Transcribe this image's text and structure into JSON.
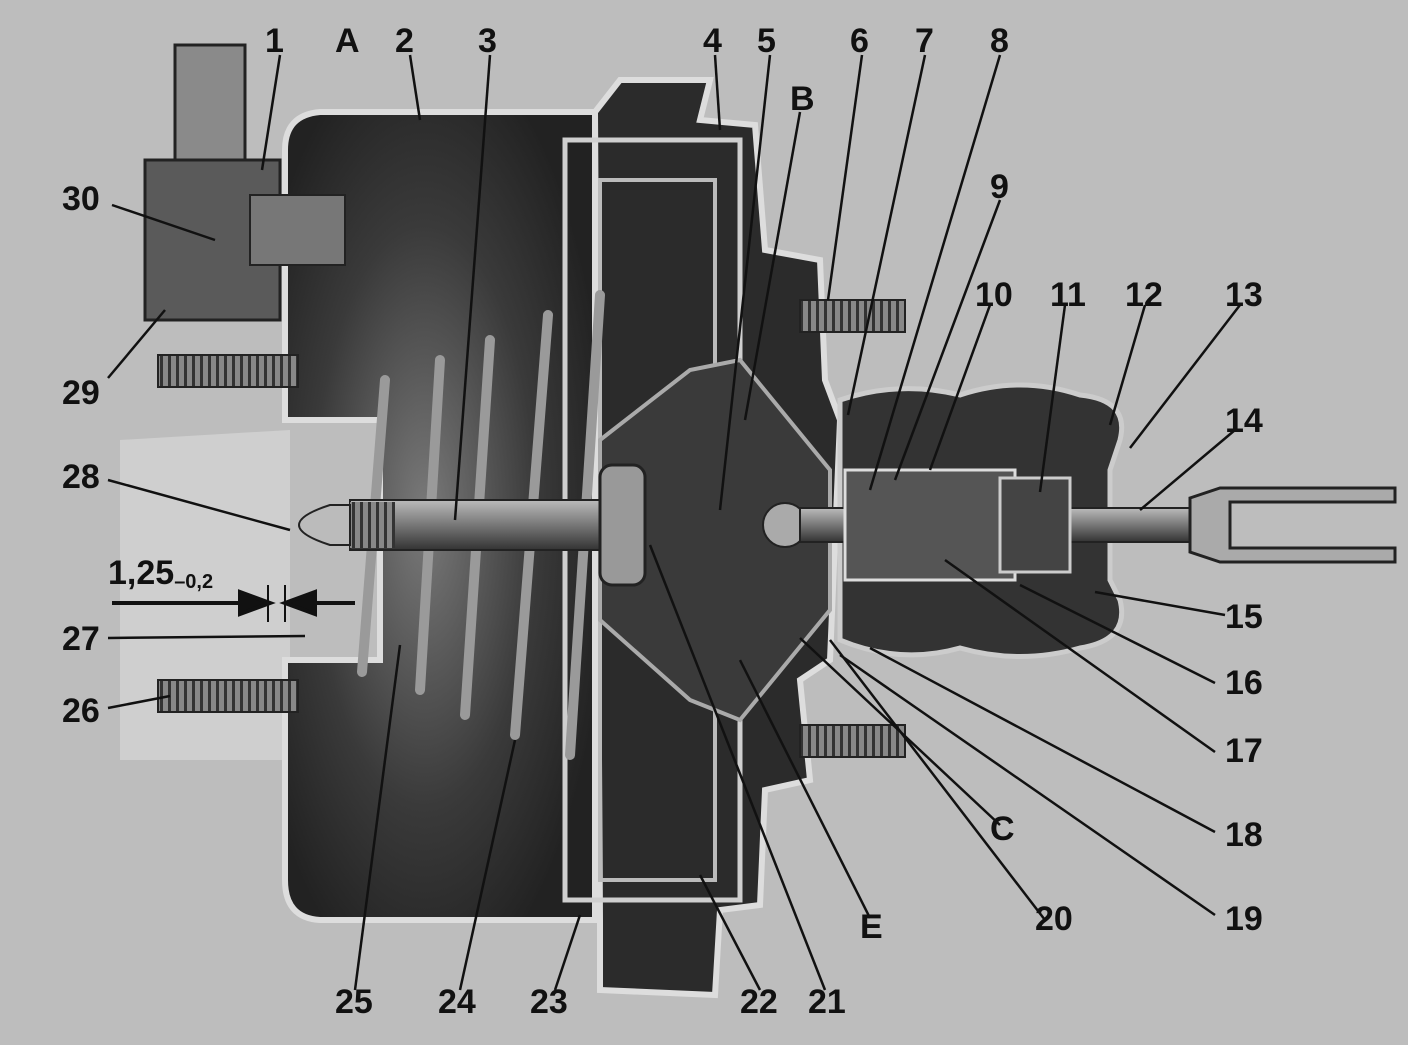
{
  "labels": {
    "n1": "1",
    "n2": "2",
    "n3": "3",
    "n4": "4",
    "n5": "5",
    "n6": "6",
    "n7": "7",
    "n8": "8",
    "n9": "9",
    "n10": "10",
    "n11": "11",
    "n12": "12",
    "n13": "13",
    "n14": "14",
    "n15": "15",
    "n16": "16",
    "n17": "17",
    "n18": "18",
    "n19": "19",
    "n20": "20",
    "n21": "21",
    "n22": "22",
    "n23": "23",
    "n24": "24",
    "n25": "25",
    "n26": "26",
    "n27": "27",
    "n28": "28",
    "n29": "29",
    "n30": "30",
    "A": "A",
    "B": "B",
    "C": "C",
    "E": "E"
  },
  "dimension": {
    "main": "1,25",
    "tolerance": "–0,2"
  },
  "colors": {
    "background": "#bdbdbd",
    "housing_fill": "#2f2f2f",
    "housing_outline": "#d8d8d8",
    "ink": "#111111"
  }
}
